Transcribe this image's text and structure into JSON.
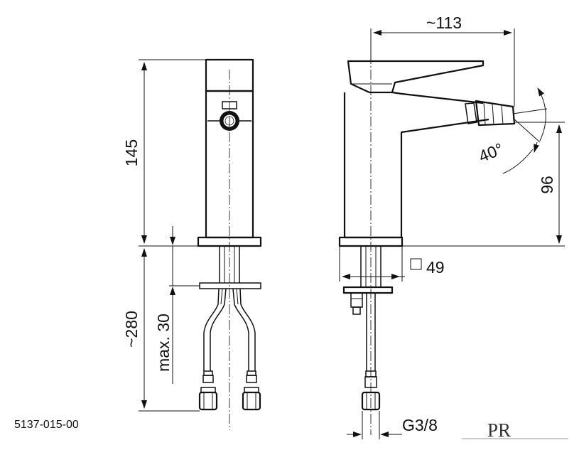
{
  "drawing": {
    "product_code": "5137-015-00",
    "logo_text": "PR",
    "dimensions": {
      "height_body": "145",
      "hose_length": "~280",
      "max_thickness": "max. 30",
      "spout_reach": "~113",
      "outlet_height": "96",
      "swivel_angle": "40°",
      "base_square": "49",
      "thread": "G3/8"
    }
  }
}
